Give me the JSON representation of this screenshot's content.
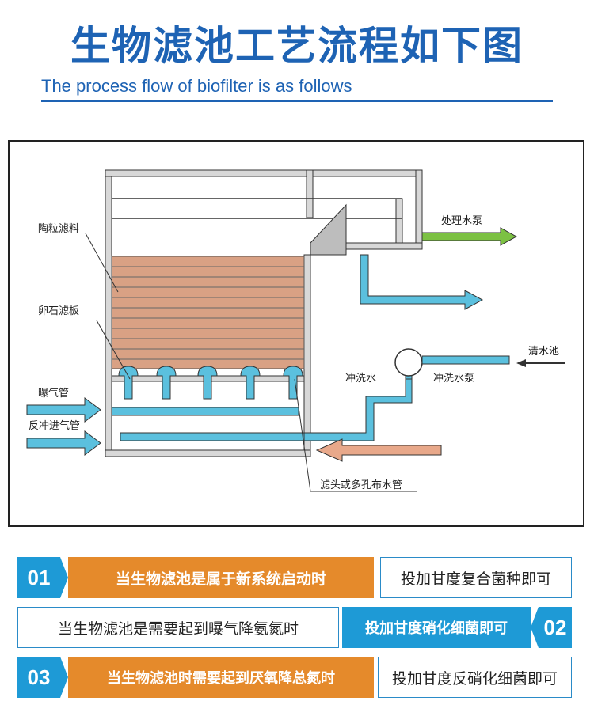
{
  "header": {
    "title_cn": "生物滤池工艺流程如下图",
    "title_en": "The process flow of biofilter is as follows"
  },
  "diagram": {
    "labels": {
      "ceramic_media": "陶粒滤料",
      "pebble_plate": "卵石滤板",
      "aeration_pipe": "曝气管",
      "backwash_air_pipe": "反冲进气管",
      "treated_water_pump": "处理水泵",
      "clean_water_tank": "清水池",
      "flush_water": "冲洗水",
      "flush_pump": "冲洗水泵",
      "filter_head": "滤头或多孔布水管"
    },
    "colors": {
      "pipe": "#5bc0de",
      "media": "#d9a184",
      "green_arrow": "#7cc143",
      "salmon_arrow": "#e8a88a"
    }
  },
  "rows": [
    {
      "num": "01",
      "condition": "当生物滤池是属于新系统启动时",
      "action": "投加甘度复合菌种即可"
    },
    {
      "num": "02",
      "condition": "当生物滤池是需要起到曝气降氨氮时",
      "action": "投加甘度硝化细菌即可"
    },
    {
      "num": "03",
      "condition": "当生物滤池时需要起到厌氧降总氮时",
      "action": "投加甘度反硝化细菌即可"
    }
  ]
}
